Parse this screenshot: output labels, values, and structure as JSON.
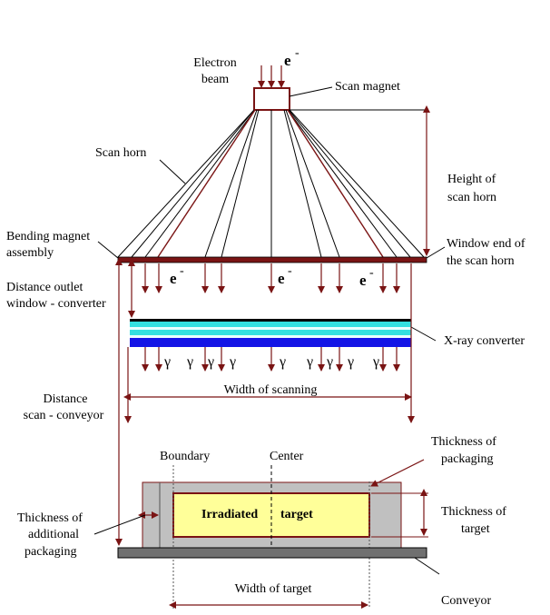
{
  "colors": {
    "dark_red": "#7a1414",
    "line": "#000000",
    "converter_cyan": "#33e0e0",
    "converter_white": "#e8ffff",
    "converter_blue": "#1414e6",
    "packaging_gray": "#c0c0c0",
    "conveyor_gray": "#707070",
    "target_yellow": "#ffff99"
  },
  "labels": {
    "electron_beam_line1": "Electron",
    "electron_beam_line2": "beam",
    "e_symbol": "e",
    "e_superscript": "-",
    "scan_magnet": "Scan  magnet",
    "scan_horn": "Scan  horn",
    "height_line1": "Height of",
    "height_line2": "scan horn",
    "bending_line1": "Bending magnet",
    "bending_line2": "assembly",
    "window_line1": "Window  end of",
    "window_line2": "the scan horn",
    "distance_outlet_line1": "Distance outlet",
    "distance_outlet_line2": "window - converter",
    "xray_converter": "X-ray converter",
    "gamma": "γ",
    "width_scanning": "Width  of  scanning",
    "distance_scan_line1": "Distance",
    "distance_scan_line2": "scan - conveyor",
    "boundary": "Boundary",
    "center": "Center",
    "thickness_packaging_line1": "Thickness of",
    "thickness_packaging_line2": "packaging",
    "thickness_additional_line1": "Thickness of",
    "thickness_additional_line2": "additional",
    "thickness_additional_line3": "packaging",
    "irradiated": "Irradiated",
    "target": "target",
    "thickness_target_line1": "Thickness of",
    "thickness_target_line2": "target",
    "width_target": "Width of  target",
    "conveyor": "Conveyor"
  }
}
